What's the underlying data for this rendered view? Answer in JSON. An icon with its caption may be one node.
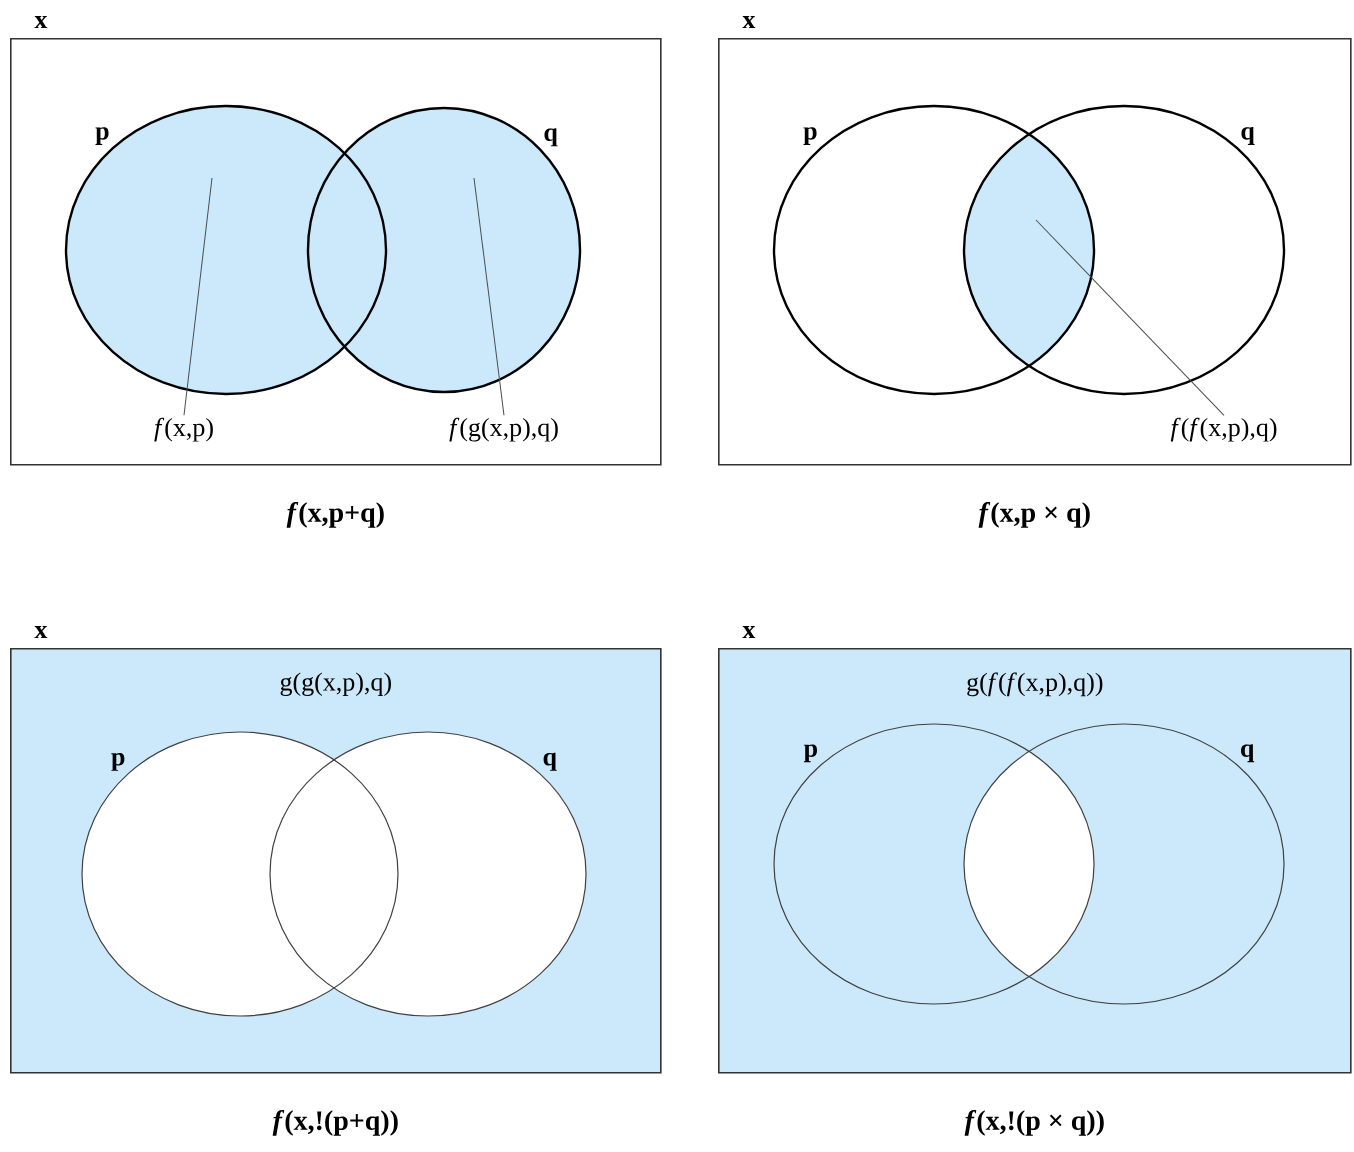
{
  "diagram": {
    "nodes": [
      {
        "text": [
          "x"
        ],
        "beside": [
          "*f*(x,p+q)"
        ]
      },
      {
        "text": [
          "p"
        ],
        "in": 0
      },
      {
        "text": [
          "q"
        ],
        "in": 0
      },
      {
        "text": [
          "*f*(x,p)"
        ],
        "in": 0
      },
      {
        "text": [
          "*f*(g(x,p),q)"
        ],
        "in": 0
      },
      {
        "text": [
          "x"
        ],
        "beside": [
          "*f*(x,p × q)"
        ]
      },
      {
        "text": [
          "p"
        ],
        "in": 5
      },
      {
        "text": [
          "q"
        ],
        "in": 5
      },
      {
        "text": [
          "*f*(*f*(x,p),q)"
        ],
        "in": 5
      },
      {
        "text": [
          "x",
          "g(g(x,p),q)"
        ],
        "beside": [
          "*f*(x,!(p+q))"
        ]
      },
      {
        "text": [
          "p"
        ],
        "in": 9
      },
      {
        "text": [
          "q"
        ],
        "in": 9
      },
      {
        "text": [
          "x",
          "g(*f*(*f*(x,p),q))"
        ],
        "beside": [
          "*f*(x,!(p × q))"
        ]
      },
      {
        "text": [
          "p"
        ],
        "in": 12
      },
      {
        "text": [
          "q"
        ],
        "in": 12
      }
    ],
    "edges": [
      {
        "from": 3,
        "to": 1,
        "arrow": "none"
      },
      {
        "from": 4,
        "to": 2,
        "arrow": "none"
      },
      {
        "from": 8,
        "to": 7,
        "arrow": "none"
      }
    ]
  }
}
